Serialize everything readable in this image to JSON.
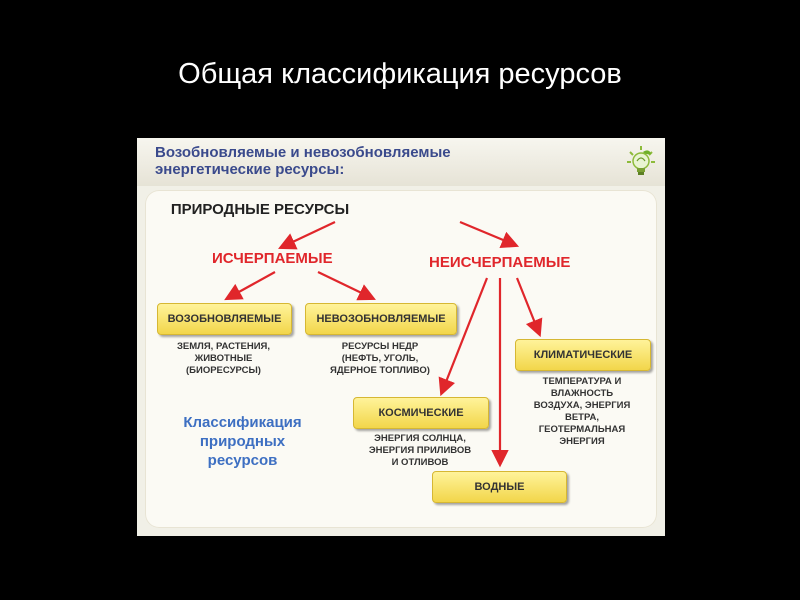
{
  "slide": {
    "title": "Общая классификация ресурсов"
  },
  "header": {
    "line1": "Возобновляемые и невозобновляемые",
    "line2": "энергетические ресурсы:",
    "icon": "lightbulb-icon"
  },
  "diagram": {
    "root": "ПРИРОДНЫЕ РЕСУРСЫ",
    "exhaustible": "ИСЧЕРПАЕМЫЕ",
    "inexhaustible": "НЕИСЧЕРПАЕМЫЕ",
    "renewable": {
      "label": "ВОЗОБНОВЛЯЕМЫЕ",
      "desc": [
        "ЗЕМЛЯ, РАСТЕНИЯ,",
        "ЖИВОТНЫЕ",
        "(БИОРЕСУРСЫ)"
      ]
    },
    "nonrenewable": {
      "label": "НЕВОЗОБНОВЛЯЕМЫЕ",
      "desc": [
        "РЕСУРСЫ НЕДР",
        "(НЕФТЬ, УГОЛЬ,",
        "ЯДЕРНОЕ ТОПЛИВО)"
      ]
    },
    "climatic": {
      "label": "КЛИМАТИЧЕСКИЕ",
      "desc": [
        "ТЕМПЕРАТУРА И",
        "ВЛАЖНОСТЬ",
        "ВОЗДУХА, ЭНЕРГИЯ",
        "ВЕТРА,",
        "ГЕОТЕРМАЛЬНАЯ",
        "ЭНЕРГИЯ"
      ]
    },
    "cosmic": {
      "label": "КОСМИЧЕСКИЕ",
      "desc": [
        "ЭНЕРГИЯ СОЛНЦА,",
        "ЭНЕРГИЯ ПРИЛИВОВ",
        "И ОТЛИВОВ"
      ]
    },
    "water": {
      "label": "ВОДНЫЕ"
    },
    "caption": [
      "Классификация",
      "природных",
      "ресурсов"
    ],
    "arrow_color": "#e0262b"
  }
}
